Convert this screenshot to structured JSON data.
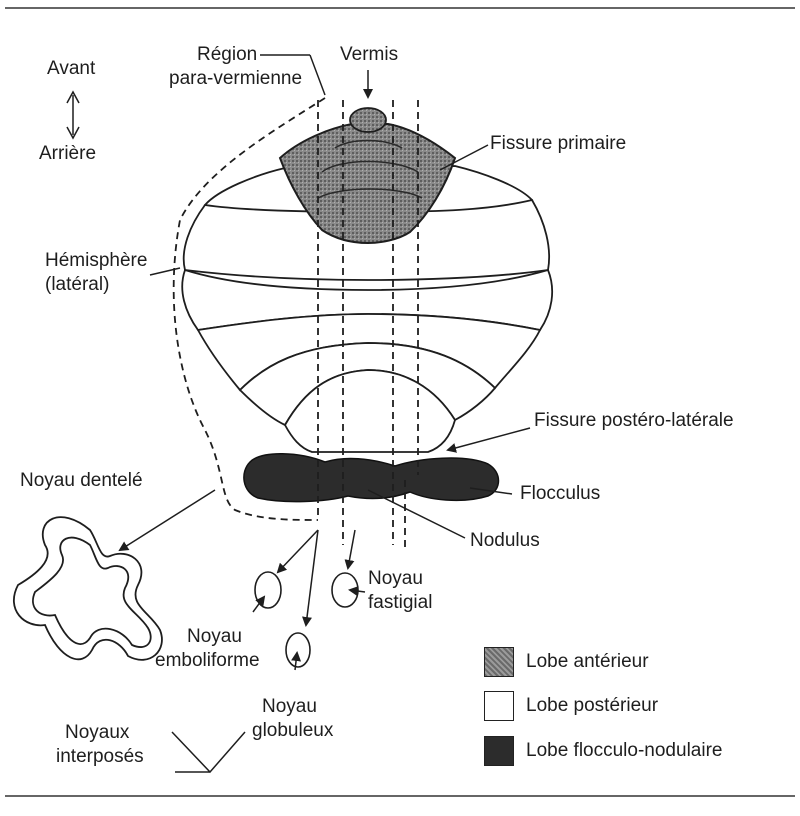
{
  "labels": {
    "orientation_front": "Avant",
    "orientation_back": "Arrière",
    "region_line1": "Région",
    "region_line2": "para-vermienne",
    "vermis": "Vermis",
    "fissure_primaire": "Fissure primaire",
    "hemisphere_line1": "Hémisphère",
    "hemisphere_line2": "(latéral)",
    "fissure_postero_laterale": "Fissure postéro-latérale",
    "flocculus": "Flocculus",
    "nodulus": "Nodulus",
    "noyau_dentele": "Noyau dentelé",
    "noyau_fastigial_line1": "Noyau",
    "noyau_fastigial_line2": "fastigial",
    "noyau_emboliforme_line1": "Noyau",
    "noyau_emboliforme_line2": "emboliforme",
    "noyau_globuleux_line1": "Noyau",
    "noyau_globuleux_line2": "globuleux",
    "noyaux_interposes_line1": "Noyaux",
    "noyaux_interposes_line2": "interposés"
  },
  "legend": [
    {
      "label": "Lobe antérieur",
      "swatch": "medium-stipple"
    },
    {
      "label": "Lobe postérieur",
      "swatch": "white"
    },
    {
      "label": "Lobe flocculo-nodulaire",
      "swatch": "dark"
    }
  ],
  "colors": {
    "ink": "#1e1e1e",
    "anterior_lobe_fill": "#7d7d7d",
    "flocculonodular_fill": "#2c2c2c",
    "background": "#ffffff"
  }
}
